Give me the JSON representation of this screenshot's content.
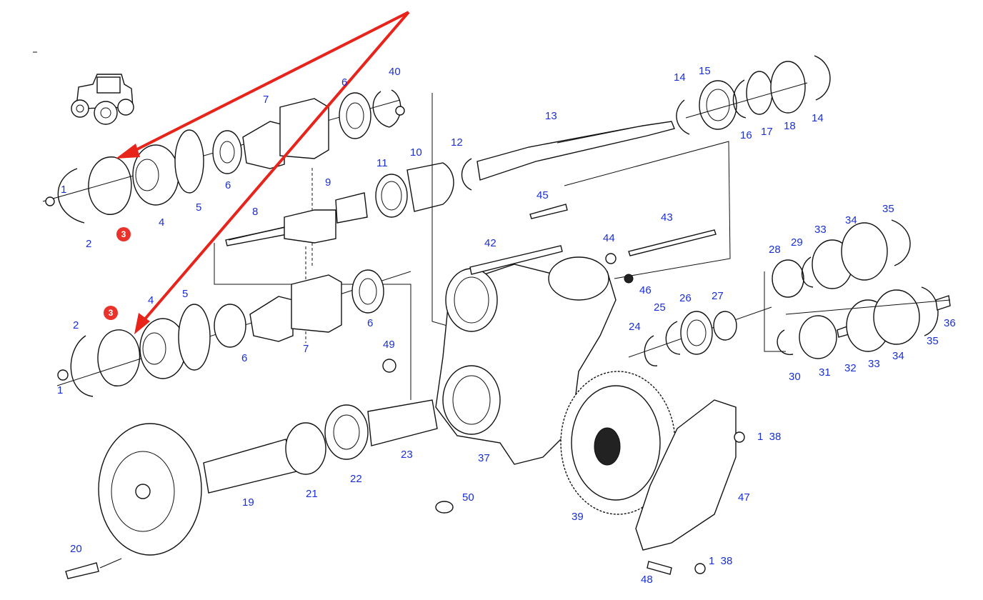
{
  "callouts": {
    "c1a": "1",
    "c2a": "2",
    "c4a": "4",
    "c5a": "5",
    "c6a": "6",
    "c7a": "7",
    "c8": "8",
    "c9": "9",
    "c10": "10",
    "c11": "11",
    "c12": "12",
    "c13": "13",
    "c14a": "14",
    "c14b": "14",
    "c15": "15",
    "c16": "16",
    "c17": "17",
    "c18": "18",
    "c40": "40",
    "c6top": "6",
    "c45": "45",
    "c43": "43",
    "c42": "42",
    "c44": "44",
    "c46": "46",
    "c28": "28",
    "c29": "29",
    "c33a": "33",
    "c34a": "34",
    "c35a": "35",
    "c2b": "2",
    "c4b": "4",
    "c5b": "5",
    "c6b": "6",
    "c6c": "6",
    "c7b": "7",
    "c1b": "1",
    "c49": "49",
    "c24": "24",
    "c25": "25",
    "c26": "26",
    "c27": "27",
    "c36": "36",
    "c35b": "35",
    "c34b": "34",
    "c33b": "33",
    "c32": "32",
    "c31": "31",
    "c30": "30",
    "c37": "37",
    "c23": "23",
    "c22": "22",
    "c21": "21",
    "c19": "19",
    "c20": "20",
    "c50": "50",
    "c39": "39",
    "c47": "47",
    "c48": "48",
    "c138a": "1  38",
    "c138b": "1  38"
  },
  "badges": {
    "top": "3",
    "bottom": "3"
  },
  "colors": {
    "callout": "#1a2fd6",
    "arrow": "#e8231a",
    "badge": "#e8322b",
    "line": "#111111"
  },
  "icons": {
    "tractor": "tractor-icon"
  }
}
